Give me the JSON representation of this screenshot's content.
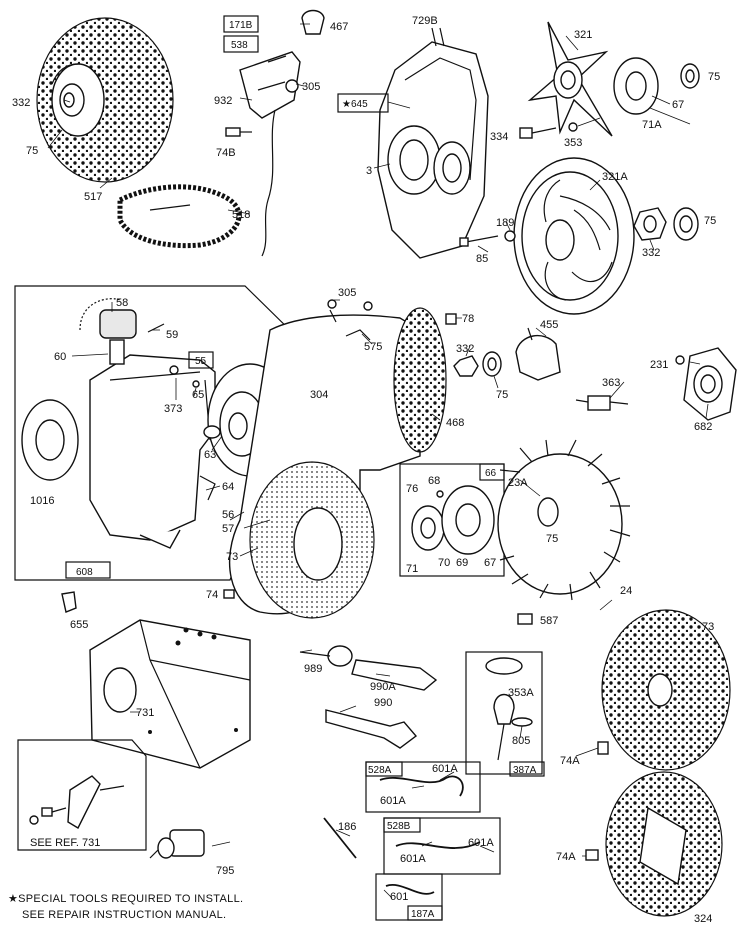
{
  "labels": {
    "l332a": "332",
    "l75a": "75",
    "l517": "517",
    "l518": "518",
    "l171b": "171B",
    "l538": "538",
    "l467": "467",
    "l305a": "305",
    "l932": "932",
    "l74b": "74B",
    "l729b": "729B",
    "l645": "★645",
    "l3": "3",
    "l321": "321",
    "l75b": "75",
    "l67a": "67",
    "l71a": "71A",
    "l334": "334",
    "l353": "353",
    "l321a": "321A",
    "l189": "189",
    "l85": "85",
    "l332b": "332",
    "l75c": "75",
    "l58": "58",
    "l59": "59",
    "l60": "60",
    "l55": "55",
    "l373": "373",
    "l65": "65",
    "l1016": "1016",
    "l63": "63",
    "l64": "64",
    "l56": "56",
    "l57": "57",
    "l608": "608",
    "l305b": "305",
    "l575": "575",
    "l304": "304",
    "l78": "78",
    "l455": "455",
    "l332c": "332",
    "l75d": "75",
    "l468": "468",
    "l231": "231",
    "l363": "363",
    "l682": "682",
    "l73a": "73",
    "l66": "66",
    "l76": "76",
    "l68": "68",
    "l23a": "23A",
    "l75e": "75",
    "l71": "71",
    "l70": "70",
    "l69": "69",
    "l67b": "67",
    "l24": "24",
    "l74": "74",
    "l655": "655",
    "l587": "587",
    "l73b": "73",
    "l989": "989",
    "l990a": "990A",
    "l990": "990",
    "l731": "731",
    "l353a": "353A",
    "l805": "805",
    "l528a": "528A",
    "l601a1": "601A",
    "l601a2": "601A",
    "l387a": "387A",
    "l74a1": "74A",
    "l186": "186",
    "l528b": "528B",
    "l601a3": "601A",
    "l601a4": "601A",
    "l601": "601",
    "l187a": "187A",
    "l795": "795",
    "l74a2": "74A",
    "l324": "324",
    "seeref": "SEE REF. 731"
  },
  "note": {
    "line1": "★SPECIAL TOOLS REQUIRED TO INSTALL.",
    "line2": "SEE REPAIR INSTRUCTION MANUAL."
  }
}
